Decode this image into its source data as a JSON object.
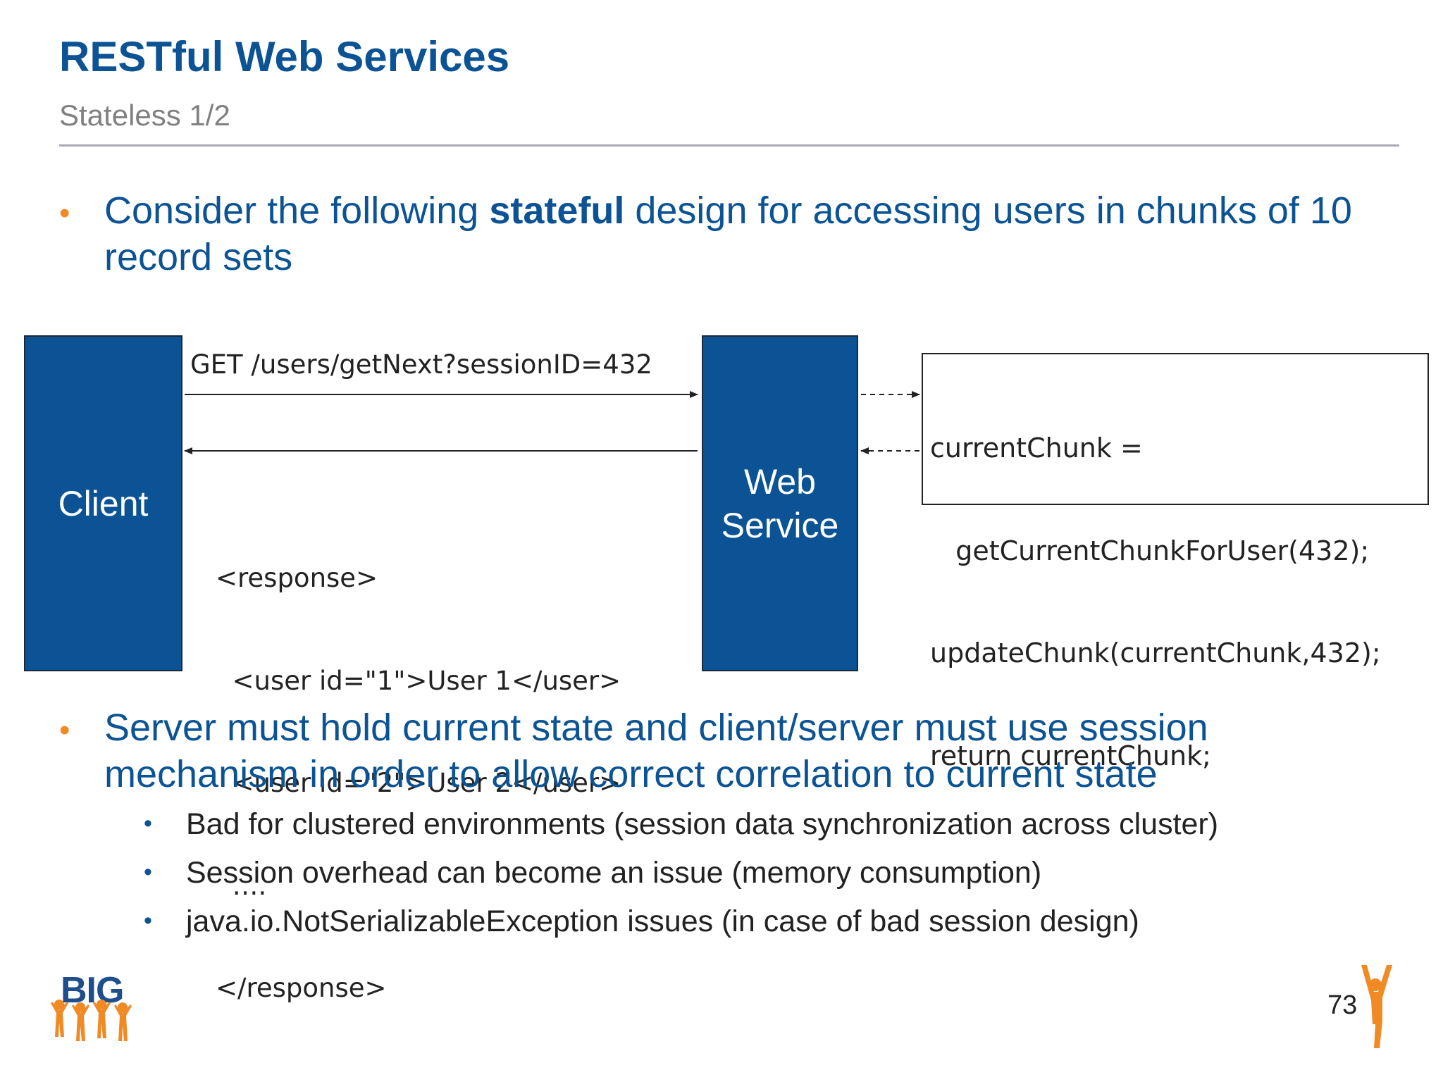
{
  "header": {
    "title": "RESTful Web Services",
    "subtitle": "Stateless 1/2"
  },
  "bullets": {
    "first": {
      "prefix": "Consider the following ",
      "bold": "stateful",
      "suffix": " design for accessing users in chunks of 10 record sets"
    },
    "second": "Server must hold current state and client/server must use session mechanism in order to allow correct correlation to current state",
    "sub": [
      "Bad for clustered environments (session data synchronization across cluster)",
      "Session overhead can become an issue (memory consumption)",
      "java.io.NotSerializableException issues (in case of bad session design)"
    ]
  },
  "diagram": {
    "client_label": "Client",
    "service_label": "Web\nService",
    "request": "GET /users/getNext?sessionID=432",
    "response_lines": [
      "<response>",
      "  <user id=\"1\">User 1</user>",
      "  <user id=\"2\">User 2</user>",
      "  ….",
      "</response>"
    ],
    "code_lines": [
      "currentChunk =",
      "   getCurrentChunkForUser(432);",
      "updateChunk(currentChunk,432);",
      "return currentChunk;"
    ]
  },
  "footer": {
    "logo_text": "BIG",
    "page_number": "73"
  },
  "colors": {
    "title_blue": "#0b5394",
    "bullet_orange": "#f08a24",
    "box_blue": "#0b5394"
  }
}
